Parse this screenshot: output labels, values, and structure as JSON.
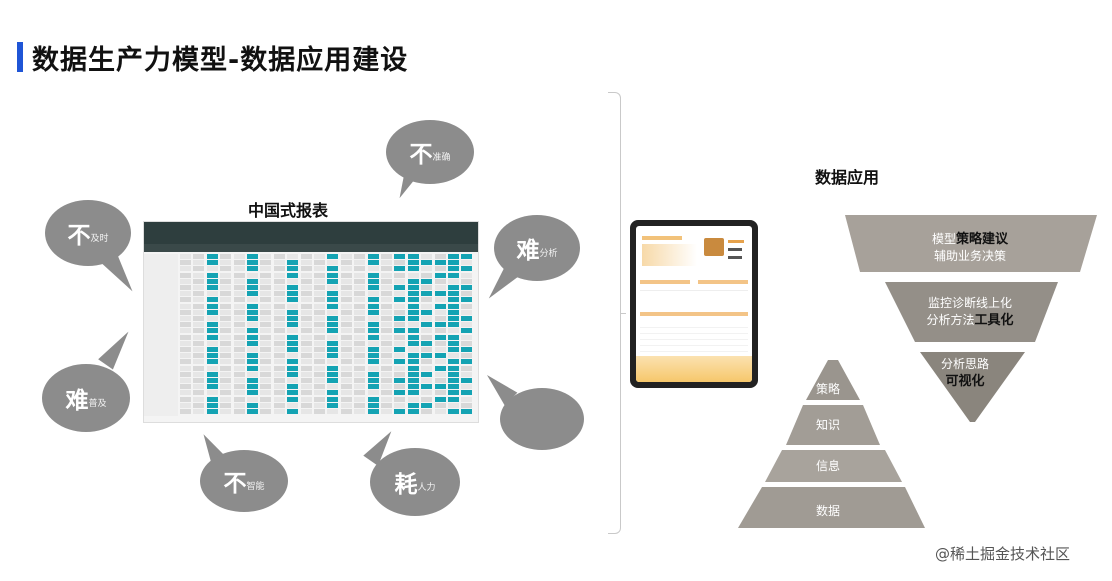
{
  "title": "数据生产力模型-数据应用建设",
  "report": {
    "title": "中国式报表"
  },
  "bubbles": [
    {
      "big": "不",
      "small": "准确"
    },
    {
      "big": "不",
      "small": "及时"
    },
    {
      "big": "难",
      "small": "分析"
    },
    {
      "big": "难",
      "small": "普及"
    },
    {
      "big": "不",
      "small": "智能"
    },
    {
      "big": "耗",
      "small": "人力"
    }
  ],
  "app": {
    "title": "数据应用"
  },
  "pyramid": [
    "策略",
    "知识",
    "信息",
    "数据"
  ],
  "funnel": [
    {
      "pre": "模型",
      "bold": "策略建议",
      "line2": "辅助业务决策"
    },
    {
      "line1": "监控诊断线上化",
      "pre": "分析方法",
      "bold": "工具化"
    },
    {
      "line1": "分析思路",
      "bold": "可视化"
    }
  ],
  "watermark": "@稀土掘金技术社区",
  "colors": {
    "accent": "#1f55d6",
    "bubble": "#8c8c8c",
    "teal": "#14a3b3"
  }
}
